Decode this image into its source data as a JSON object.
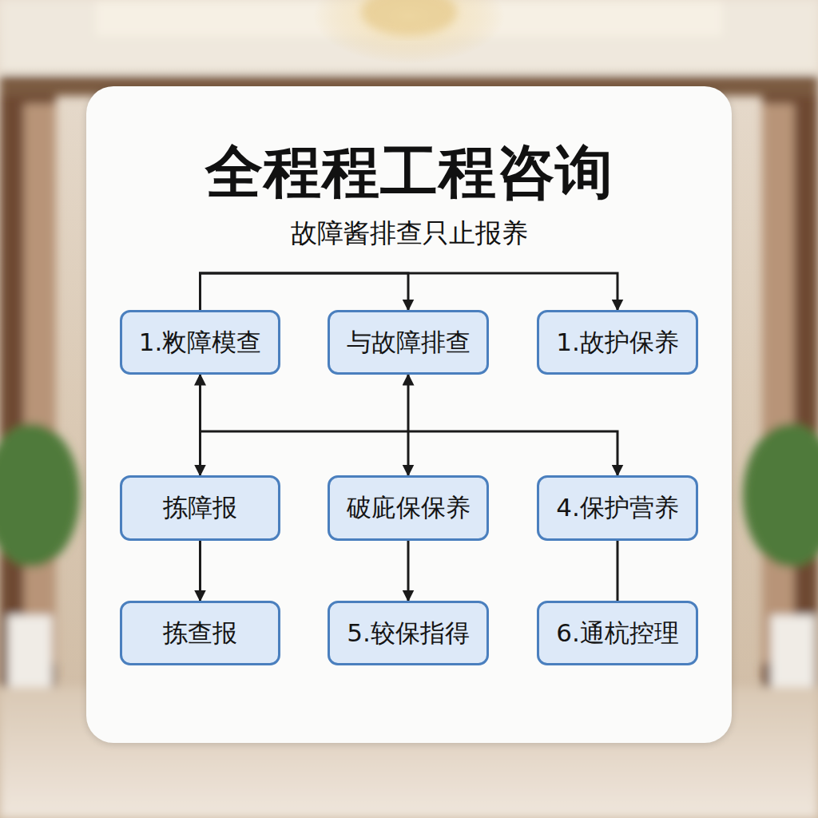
{
  "diagram": {
    "title": "全程程工程咨询",
    "nodes": [
      {
        "text": [
          "1.敉障模查"
        ]
      },
      {
        "text": [
          "与故障排查"
        ]
      },
      {
        "text": [
          "1.故护保养"
        ]
      },
      {
        "text": [
          "拣障报"
        ]
      },
      {
        "text": [
          "破庛保保养"
        ]
      },
      {
        "text": [
          "4.保护营养"
        ]
      },
      {
        "text": [
          "拣查报"
        ]
      },
      {
        "text": [
          "5.较保指得"
        ]
      },
      {
        "text": [
          "6.通杭控理"
        ]
      }
    ],
    "edges": [
      {
        "from": 0,
        "to": 1,
        "arrow": "to"
      },
      {
        "from": 0,
        "to": 2,
        "arrow": "to"
      },
      {
        "from": 0,
        "to": 3,
        "arrow": "both"
      },
      {
        "from": 1,
        "to": 4,
        "arrow": "both"
      },
      {
        "from": 0,
        "to": 5,
        "arrow": "to"
      },
      {
        "from": 3,
        "to": 6,
        "arrow": "to"
      },
      {
        "from": 4,
        "to": 7,
        "arrow": "to"
      },
      {
        "from": 5,
        "to": 8,
        "arrow": "none"
      }
    ],
    "labels": [
      "故障酱排查只止报养"
    ]
  }
}
